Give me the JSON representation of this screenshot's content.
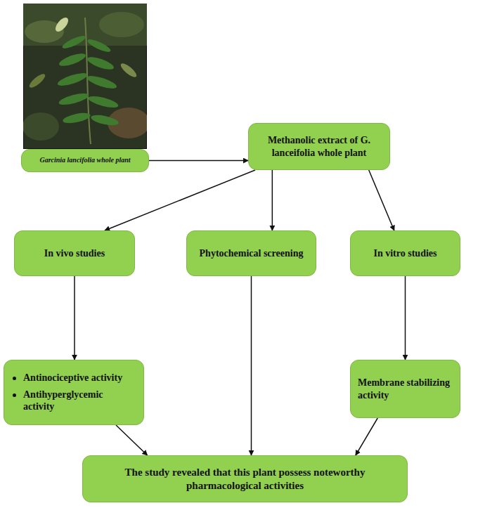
{
  "diagram": {
    "nodes": [
      {
        "text": [
          "Garcinia lancifolia whole plant"
        ]
      },
      {
        "text": [
          "Methanolic extract of G. lanceifolia whole plant"
        ]
      },
      {
        "text": [
          "In vivo studies"
        ]
      },
      {
        "text": [
          "Phytochemical screening"
        ]
      },
      {
        "text": [
          "In vitro studies"
        ]
      },
      {
        "text": [
          "Antinociceptive activity",
          "Antihyperglycemic activity"
        ]
      },
      {
        "text": [
          "Membrane stabilizing activity"
        ]
      },
      {
        "text": [
          "The study revealed that this plant possess noteworthy pharmacological activities"
        ]
      }
    ],
    "edges": [
      {
        "from": 0,
        "to": 1,
        "arrow": "to"
      },
      {
        "from": 1,
        "to": 2,
        "arrow": "to"
      },
      {
        "from": 1,
        "to": 3,
        "arrow": "to"
      },
      {
        "from": 1,
        "to": 4,
        "arrow": "to"
      },
      {
        "from": 2,
        "to": 5,
        "arrow": "to"
      },
      {
        "from": 4,
        "to": 6,
        "arrow": "to"
      },
      {
        "from": 5,
        "to": 7,
        "arrow": "to"
      },
      {
        "from": 3,
        "to": 7,
        "arrow": "to"
      },
      {
        "from": 6,
        "to": 7,
        "arrow": "to"
      }
    ]
  }
}
